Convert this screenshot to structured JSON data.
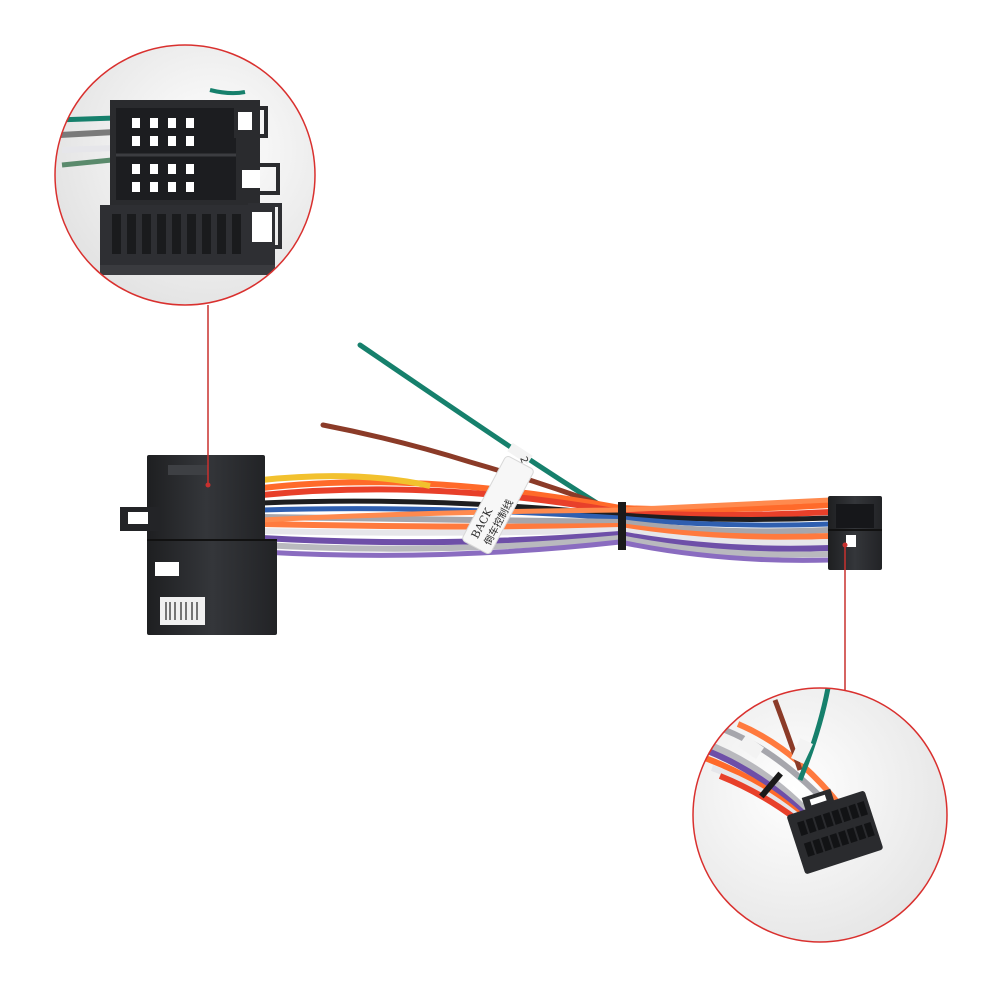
{
  "labels": {
    "back_label_en": "BACK",
    "back_label_cn": "倒车控制线",
    "green_wire_tag": "2"
  },
  "colors": {
    "circle_border": "#d9302e",
    "leader_line": "#c8302e",
    "connector_body": "#2b2c2e",
    "wire_green": "#16806c",
    "wire_brown": "#8b3b28",
    "wire_orange": "#ff6a2a",
    "wire_red": "#e8402a",
    "wire_purple": "#6e4fa8",
    "wire_gray": "#a6a6ac",
    "wire_white": "#e6e6ea",
    "wire_yellow": "#f2c12e",
    "wire_blue": "#2f5fb0",
    "wire_black": "#1e1e20"
  },
  "components": {
    "iso_connector": "iso-connector",
    "pin16_connector": "16-pin-connector",
    "zoom_iso": "zoom-iso-connector",
    "zoom_pin16": "zoom-16-pin-connector"
  }
}
